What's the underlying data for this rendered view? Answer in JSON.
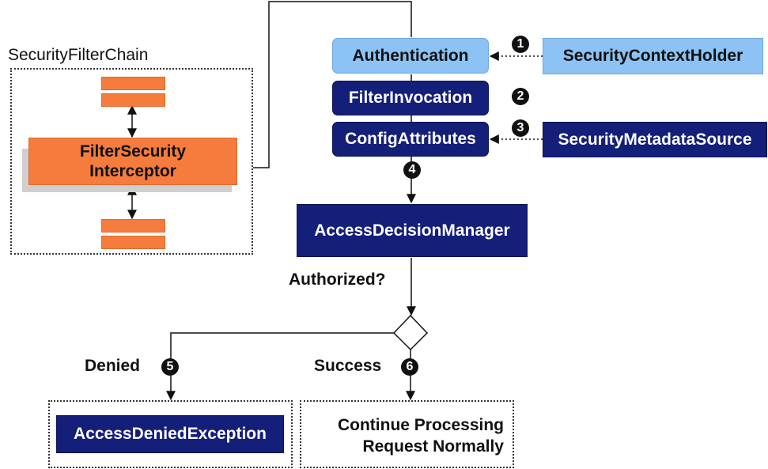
{
  "chain": {
    "title": "SecurityFilterChain",
    "interceptor_line1": "FilterSecurity",
    "interceptor_line2": "Interceptor"
  },
  "nodes": {
    "authentication": "Authentication",
    "filter_invocation": "FilterInvocation",
    "config_attributes": "ConfigAttributes",
    "security_context_holder": "SecurityContextHolder",
    "security_metadata_source": "SecurityMetadataSource",
    "access_decision_manager": "AccessDecisionManager",
    "access_denied_exception": "AccessDeniedException",
    "continue_line1": "Continue Processing",
    "continue_line2": "Request Normally"
  },
  "labels": {
    "authorized": "Authorized?",
    "denied": "Denied",
    "success": "Success"
  },
  "steps": {
    "s1": "1",
    "s2": "2",
    "s3": "3",
    "s4": "4",
    "s5": "5",
    "s6": "6"
  },
  "colors": {
    "dark_blue": "#141f7a",
    "light_blue": "#8cc2f4",
    "orange": "#f57c3d"
  }
}
